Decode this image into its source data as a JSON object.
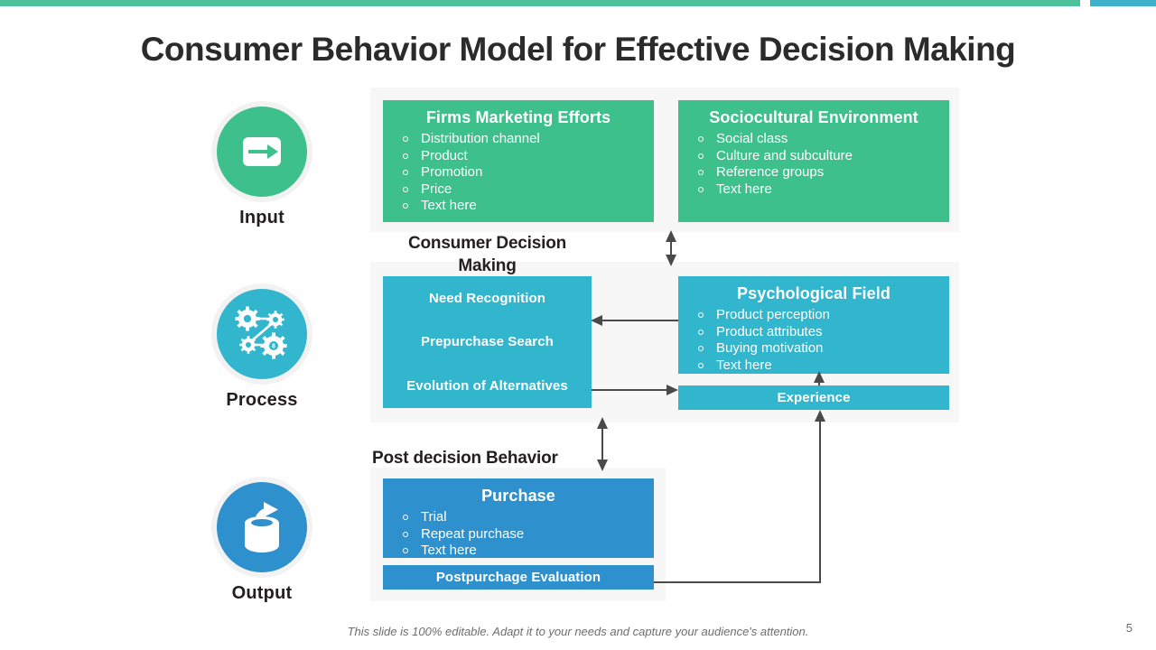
{
  "topbar": {
    "accent_green": "#4ec39b",
    "accent_blue": "#3fb0c9"
  },
  "slide": {
    "title": "Consumer Behavior Model for Effective Decision Making",
    "page_number": "5",
    "footer_note": "This slide is 100% editable. Adapt it to your needs and capture your audience's attention."
  },
  "stages": [
    {
      "key": "input",
      "label": "Input",
      "icon": "arrow-into-box-icon",
      "color": "#3ec08c"
    },
    {
      "key": "process",
      "label": "Process",
      "icon": "connected-gears-icon",
      "color": "#31b6cd"
    },
    {
      "key": "output",
      "label": "Output",
      "icon": "cylinder-export-arrow-icon",
      "color": "#2e90cd"
    }
  ],
  "captions": {
    "consumer_decision_making": "Consumer Decision Making",
    "post_decision_behavior": "Post decision Behavior"
  },
  "boxes": {
    "firms_marketing_efforts": {
      "title": "Firms Marketing Efforts",
      "color": "#3ec08c",
      "items": [
        "Distribution channel",
        "Product",
        "Promotion",
        "Price",
        "Text here"
      ]
    },
    "sociocultural_environment": {
      "title": "Sociocultural Environment",
      "color": "#3ec08c",
      "items": [
        "Social class",
        "Culture and subculture",
        "Reference groups",
        "Text here"
      ]
    },
    "consumer_decision_making": {
      "color": "#31b6cd",
      "rows": [
        "Need Recognition",
        "Prepurchase Search",
        "Evolution of Alternatives"
      ]
    },
    "psychological_field": {
      "title": "Psychological Field",
      "color": "#31b6cd",
      "items": [
        "Product perception",
        "Product attributes",
        "Buying motivation",
        "Text here"
      ]
    },
    "experience": {
      "label": "Experience",
      "color": "#31b6cd"
    },
    "purchase": {
      "title": "Purchase",
      "color": "#2e90cd",
      "items": [
        "Trial",
        "Repeat purchase",
        "Text here"
      ]
    },
    "postpurchage_evaluation": {
      "label": "Postpurchage Evaluation",
      "color": "#2e90cd"
    }
  },
  "connectors": {
    "stroke": "#4a4a4a",
    "list": [
      {
        "name": "input-to-decision-double-arrow",
        "type": "double-vertical"
      },
      {
        "name": "psychological-to-decision-arrow",
        "type": "left"
      },
      {
        "name": "decision-to-experience-arrow",
        "type": "right"
      },
      {
        "name": "experience-to-psychological-arrow",
        "type": "up"
      },
      {
        "name": "decision-to-post-double-arrow",
        "type": "double-vertical"
      },
      {
        "name": "postevaluation-to-experience-arrow",
        "type": "elbow-up"
      }
    ]
  }
}
